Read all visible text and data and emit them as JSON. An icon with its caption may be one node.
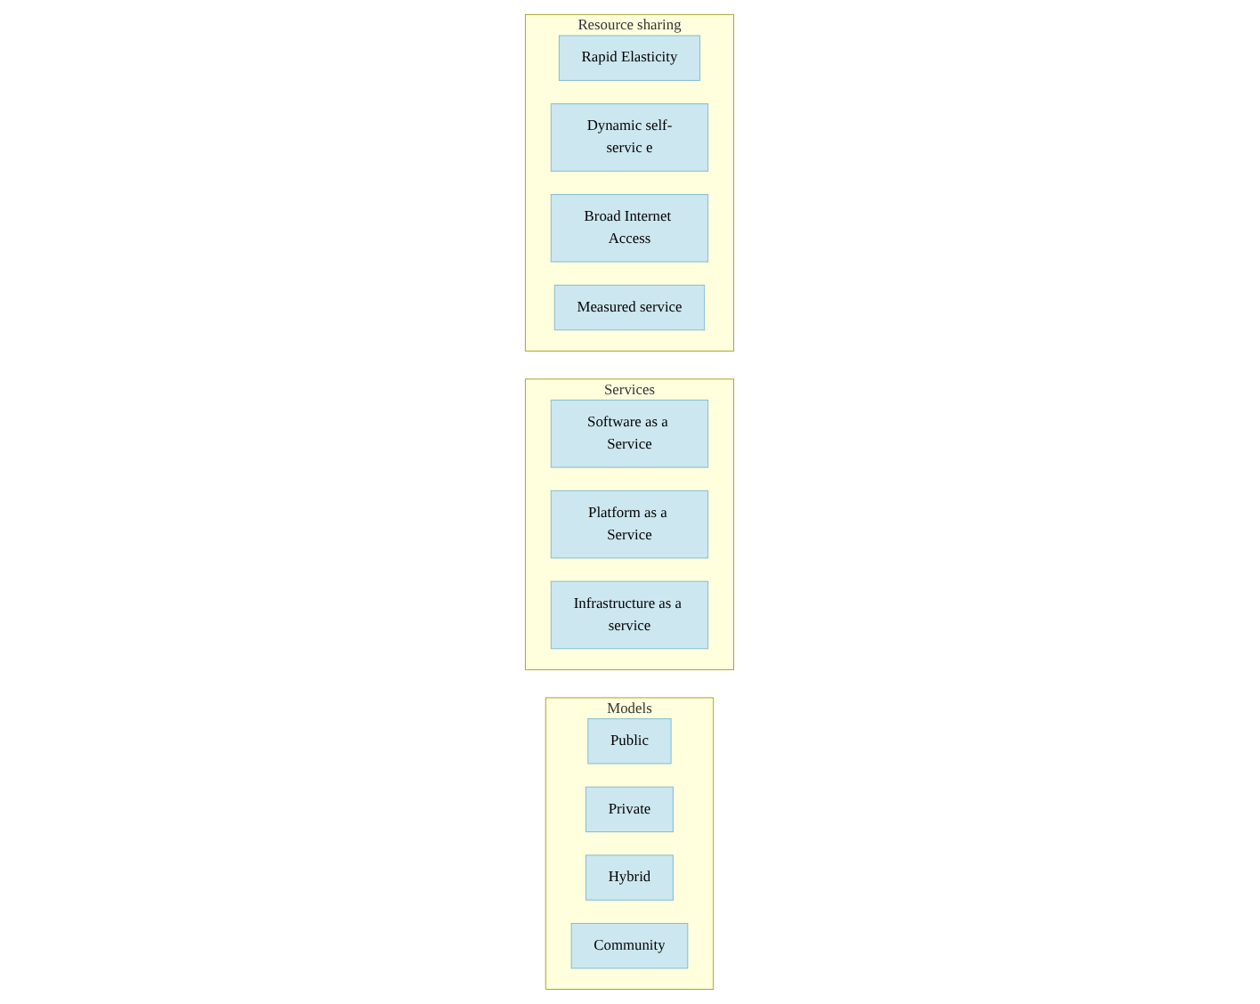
{
  "diagram": {
    "nodes": [
      {
        "text": [
          "Resource sharing"
        ]
      },
      {
        "text": [
          "Rapid Elasticity"
        ],
        "in": 0
      },
      {
        "text": [
          "Dynamic self-servic e"
        ],
        "in": 0
      },
      {
        "text": [
          "Broad Internet Access"
        ],
        "in": 0
      },
      {
        "text": [
          "Measured service"
        ],
        "in": 0
      },
      {
        "text": [
          "Services"
        ]
      },
      {
        "text": [
          "Software as a Service"
        ],
        "in": 5
      },
      {
        "text": [
          "Platform as a Service"
        ],
        "in": 5
      },
      {
        "text": [
          "Infrastructure as a service"
        ],
        "in": 5
      },
      {
        "text": [
          "Models"
        ]
      },
      {
        "text": [
          "Public"
        ],
        "in": 9
      },
      {
        "text": [
          "Private"
        ],
        "in": 9
      },
      {
        "text": [
          "Hybrid"
        ],
        "in": 9
      },
      {
        "text": [
          "Community"
        ],
        "in": 9
      }
    ]
  }
}
